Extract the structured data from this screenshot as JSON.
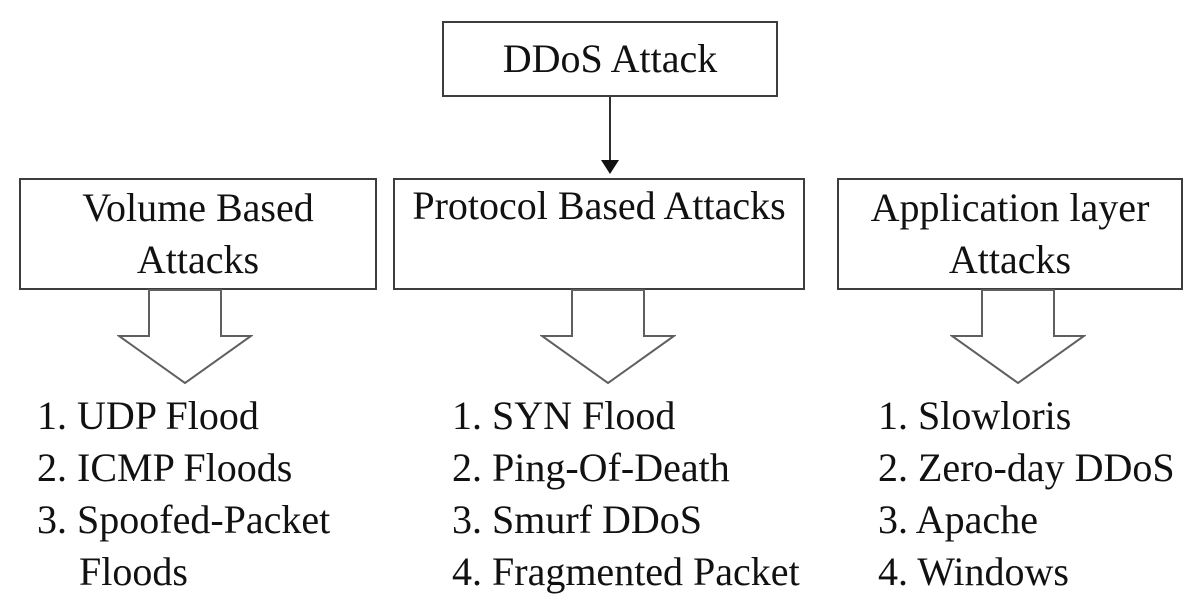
{
  "diagram": {
    "root": {
      "label": "DDoS Attack"
    },
    "columns": [
      {
        "title": "Volume Based Attacks",
        "items": [
          "1. UDP Flood",
          "2. ICMP Floods",
          "3. Spoofed-Packet Floods"
        ]
      },
      {
        "title": "Protocol Based Attacks",
        "items": [
          "1. SYN Flood",
          "2. Ping-Of-Death",
          "3. Smurf DDoS",
          "4. Fragmented Packet"
        ]
      },
      {
        "title": "Application layer Attacks",
        "items": [
          "1. Slowloris",
          "2. Zero-day DDoS",
          "3. Apache",
          "4. Windows"
        ]
      }
    ],
    "colors": {
      "background": "#ffffff",
      "text": "#111111",
      "box_border": "#3d3d3d",
      "connector": "#2f2f2f",
      "block_arrow_outline": "#5f5f5f"
    }
  }
}
